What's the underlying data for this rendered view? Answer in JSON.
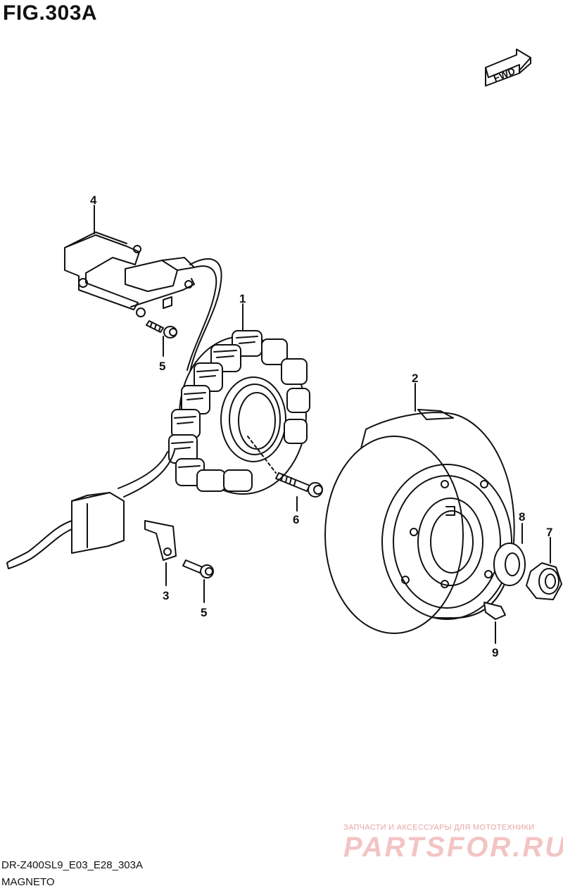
{
  "figure": {
    "title": "FIG.303A",
    "direction_label": "FWD",
    "code": "DR-Z400SL9_E03_E28_303A",
    "caption": "MAGNETO"
  },
  "callouts": [
    {
      "id": "c1",
      "label": "1"
    },
    {
      "id": "c2",
      "label": "2"
    },
    {
      "id": "c3",
      "label": "3"
    },
    {
      "id": "c4",
      "label": "4"
    },
    {
      "id": "c5a",
      "label": "5"
    },
    {
      "id": "c5b",
      "label": "5"
    },
    {
      "id": "c6",
      "label": "6"
    },
    {
      "id": "c7",
      "label": "7"
    },
    {
      "id": "c8",
      "label": "8"
    },
    {
      "id": "c9",
      "label": "9"
    }
  ],
  "watermark": {
    "subtitle": "ЗАПЧАСТИ И АКСЕССУАРЫ ДЛЯ МОТОТЕХНИКИ",
    "brand": "PARTSFOR.RU"
  },
  "colors": {
    "line": "#111111",
    "watermark": "#f3c4c4"
  }
}
